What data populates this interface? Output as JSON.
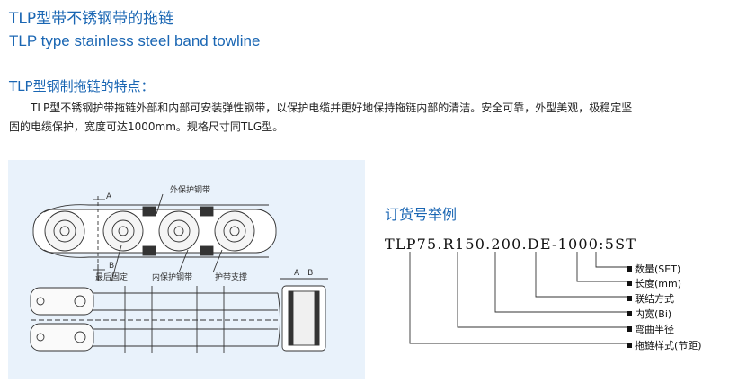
{
  "header": {
    "title_cn": "TLP型带不锈钢带的拖链",
    "title_en": "TLP type stainless steel band towline"
  },
  "features": {
    "heading": "TLP型钢制拖链的特点：",
    "line1": "TLP型不锈钢护带拖链外部和内部可安装弹性钢带，以保护电缆并更好地保持拖链内部的清洁。安全可靠，外型美观，极稳定坚",
    "line2": "固的电缆保护，宽度可达1000mm。规格尺寸同TLG型。"
  },
  "diagram": {
    "label_a": "A",
    "label_b": "B",
    "outer_band": "外保护钢带",
    "end_fix": "最后固定",
    "inner_band": "内保护钢带",
    "band_support": "护带支撑",
    "section": "A－B"
  },
  "order": {
    "title": "订货号举例",
    "code": "TLP75.R150.200.DE-1000:5ST",
    "legend": [
      "数量(SET)",
      "长度(mm)",
      "联结方式",
      "内宽(Bi)",
      "弯曲半径",
      "拖链样式(节距)"
    ]
  },
  "colors": {
    "heading": "#1a66b3",
    "panel": "#e9f2fb"
  }
}
